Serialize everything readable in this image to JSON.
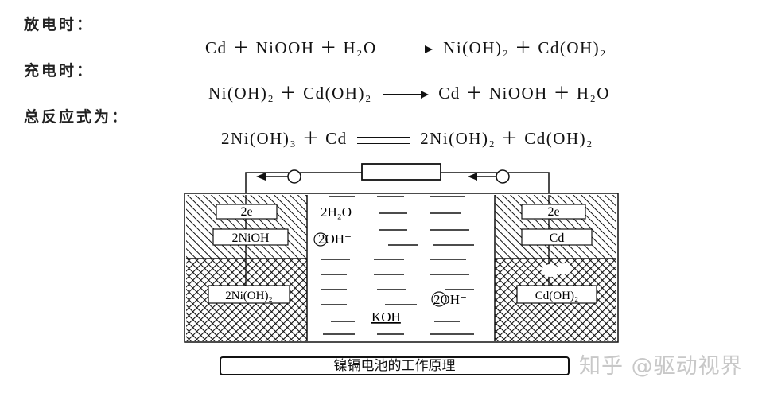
{
  "equations": {
    "discharge": {
      "label": "放电时：",
      "left": [
        "Cd",
        "NiOOH",
        "H₂O"
      ],
      "right": [
        "Ni(OH)₂",
        "Cd(OH)₂"
      ]
    },
    "charge": {
      "label": "充电时：",
      "left": [
        "Ni(OH)₂",
        "Cd(OH)₂"
      ],
      "right": [
        "Cd",
        "NiOOH",
        "H₂O"
      ]
    },
    "overall": {
      "label": "总反应式为：",
      "left": [
        "2Ni(OH)₃",
        "Cd"
      ],
      "right": [
        "2Ni(OH)₂",
        "Cd(OH)₂"
      ]
    },
    "plus": "＋"
  },
  "diagram": {
    "left_electrode": {
      "electrons": "2e",
      "top": "2NiOH",
      "bottom": "2Ni(OH)₂"
    },
    "right_electrode": {
      "electrons": "2e",
      "top": "Cd",
      "bottom": "Cd(OH)₂"
    },
    "electrolyte": {
      "water": "2H₂O",
      "hydroxide_left": "2OH⁻",
      "hydroxide_right": "2OH⁻",
      "name": "KOH"
    }
  },
  "caption": "镍镉电池的工作原理",
  "watermark": "知乎 @驱动视界"
}
